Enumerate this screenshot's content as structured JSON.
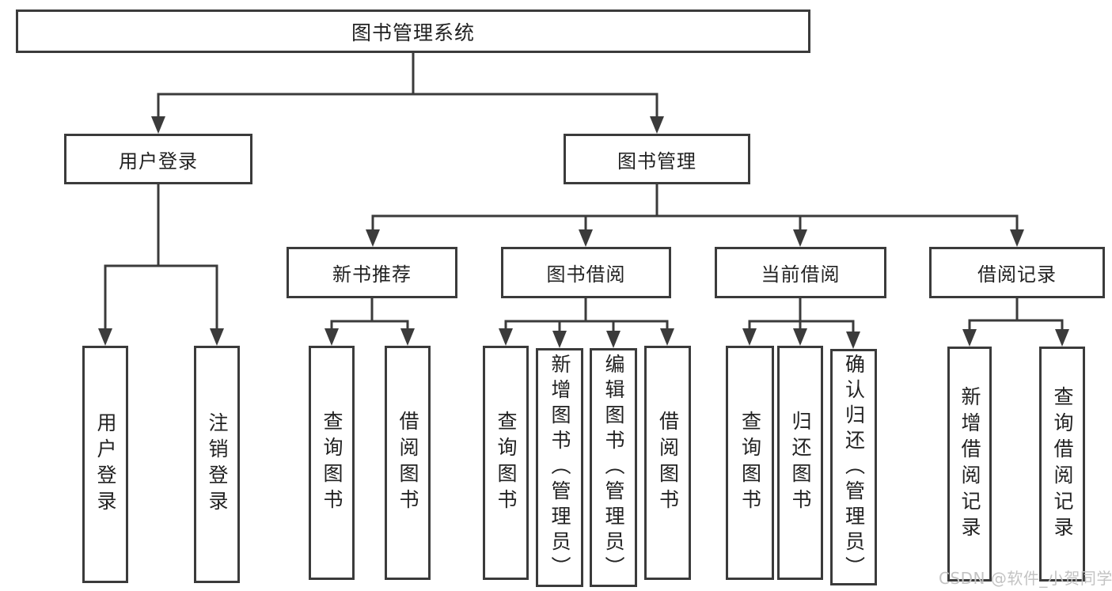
{
  "diagram_title": "图书管理系统",
  "colors": {
    "line": "#3b3b3b",
    "text": "#222222",
    "watermark": "#c3c3c3",
    "bg": "#ffffff"
  },
  "nodes": {
    "root": "图书管理系统",
    "user_login": "用户登录",
    "book_mgmt": "图书管理",
    "new_book": "新书推荐",
    "book_borrow": "图书借阅",
    "current_borrow": "当前借阅",
    "borrow_record": "借阅记录",
    "ul_login": "用户登录",
    "ul_logout": "注销登录",
    "nb_query": "查询图书",
    "nb_borrow": "借阅图书",
    "bb_query": "查询图书",
    "bb_add": "新增图书（管理员）",
    "bb_edit": "编辑图书（管理员）",
    "bb_borrow": "借阅图书",
    "cb_query": "查询图书",
    "cb_return": "归还图书",
    "cb_confirm": "确认归还（管理员）",
    "br_add": "新增借阅记录",
    "br_query": "查询借阅记录"
  },
  "hierarchy": {
    "图书管理系统": {
      "用户登录": [
        "用户登录",
        "注销登录"
      ],
      "图书管理": {
        "新书推荐": [
          "查询图书",
          "借阅图书"
        ],
        "图书借阅": [
          "查询图书",
          "新增图书（管理员）",
          "编辑图书（管理员）",
          "借阅图书"
        ],
        "当前借阅": [
          "查询图书",
          "归还图书",
          "确认归还（管理员）"
        ],
        "借阅记录": [
          "新增借阅记录",
          "查询借阅记录"
        ]
      }
    }
  },
  "watermark": "CSDN @软件_小贺同学"
}
